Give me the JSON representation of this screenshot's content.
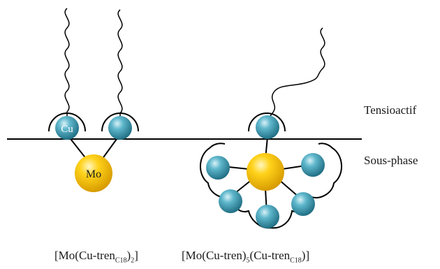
{
  "labels": {
    "tensioactif": "Tensioactif",
    "sous_phase": "Sous-phase",
    "cu": "Cu",
    "mo": "Mo"
  },
  "captions": {
    "left": {
      "open": "[Mo(Cu-tren",
      "sub1": "C18",
      "mid": ")",
      "sub2": "2",
      "close": "]"
    },
    "right": {
      "open": "[Mo(Cu-tren)",
      "sub1": "5",
      "mid": "(Cu-tren",
      "sub2": "C18",
      "close": ")]"
    }
  },
  "colors": {
    "copper_sphere": "#2a8aa3",
    "molybdenum_sphere": "#f2c200",
    "line": "#000000"
  }
}
